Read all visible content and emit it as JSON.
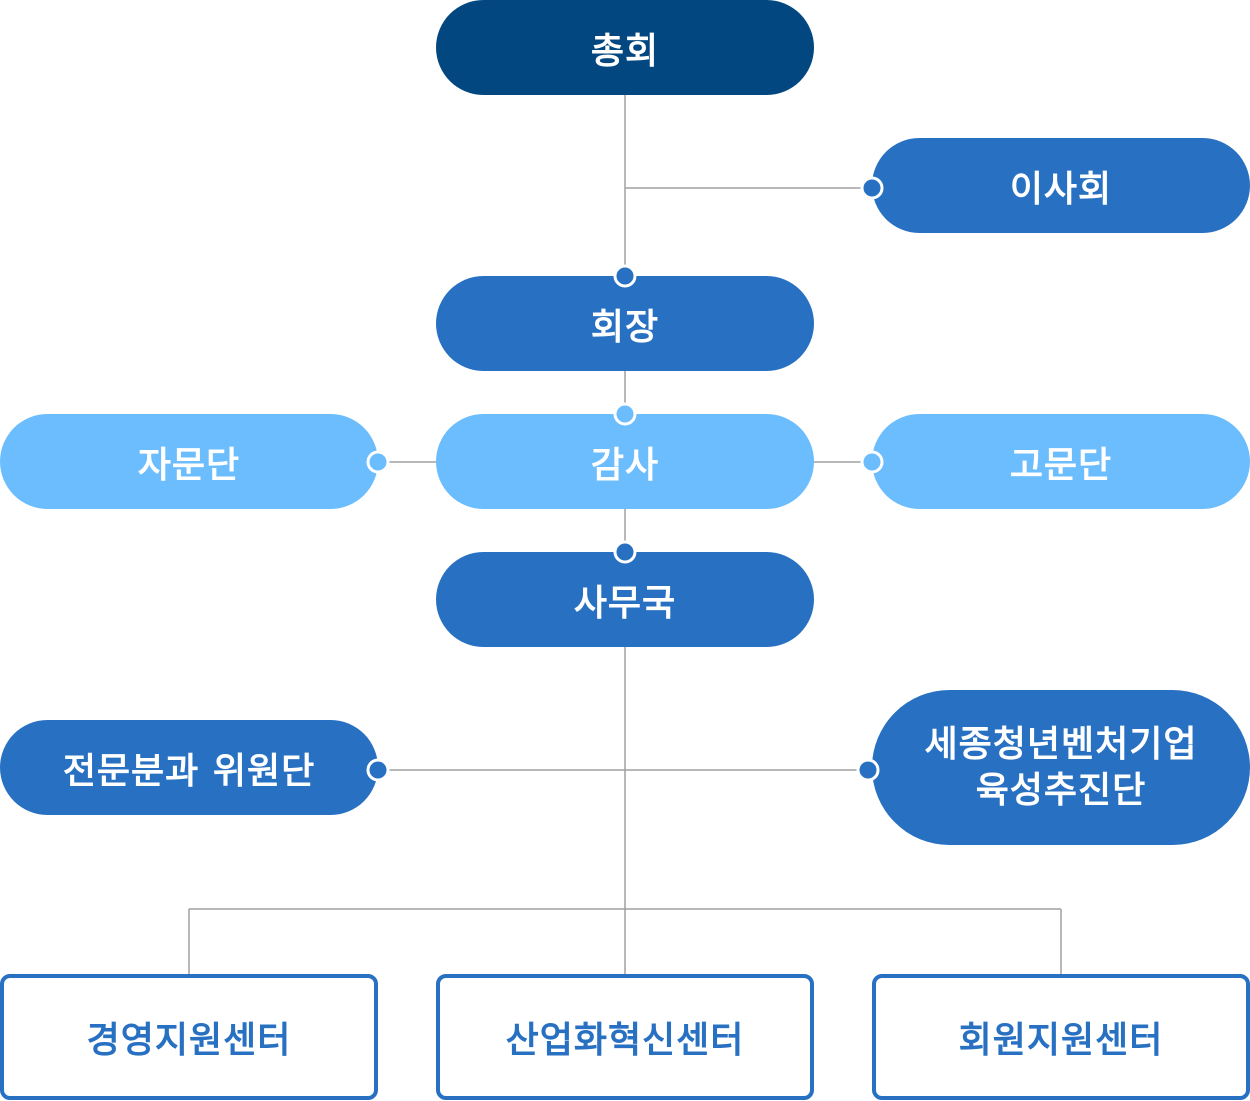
{
  "nodes": {
    "general_assembly": "총회",
    "board": "이사회",
    "chairman": "회장",
    "audit": "감사",
    "advisory_group": "자문단",
    "counsel_group": "고문단",
    "secretariat": "사무국",
    "expert_committee": "전문분과 위원단",
    "sejong_line1": "세종청년벤처기업",
    "sejong_line2": "육성추진단",
    "management_center": "경영지원센터",
    "innovation_center": "산업화혁신센터",
    "member_center": "회원지원센터"
  },
  "colors": {
    "dark": "#024780",
    "mid": "#2870c2",
    "light": "#6cbdfd",
    "line": "#9e9e9e"
  }
}
